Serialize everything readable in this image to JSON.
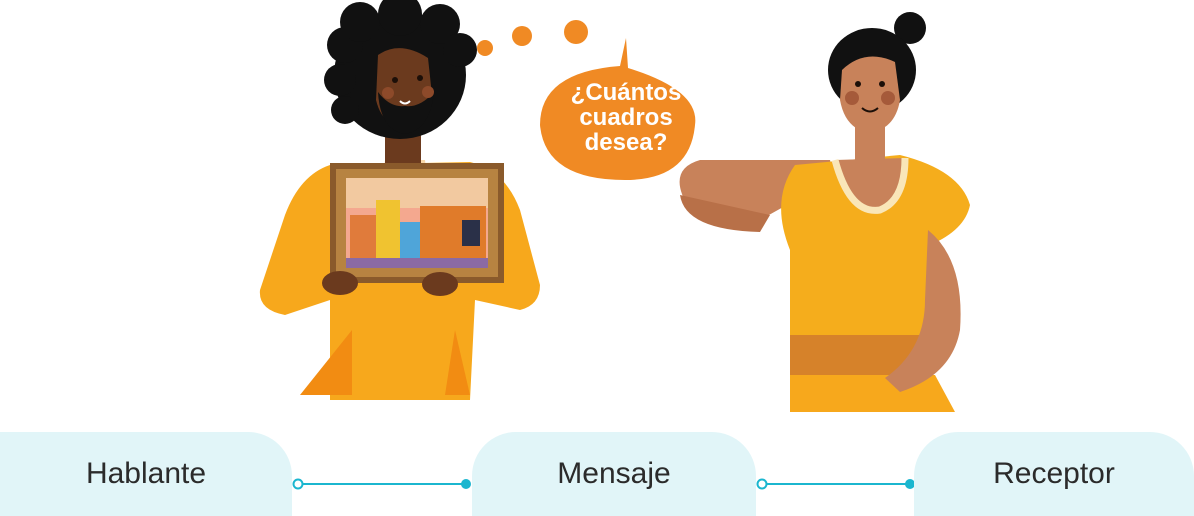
{
  "speech_bubble": {
    "lines": [
      "¿Cuántos",
      "cuadros",
      "desea?"
    ]
  },
  "labels": {
    "hablante": "Hablante",
    "mensaje": "Mensaje",
    "receptor": "Receptor"
  },
  "colors": {
    "bubble": "#f08a24",
    "label_background": "#e1f5f8",
    "connector": "#1bb6cf",
    "shirt": "#f5ad1c",
    "skin_man": "#6b3a1e",
    "skin_woman": "#c8825a"
  }
}
